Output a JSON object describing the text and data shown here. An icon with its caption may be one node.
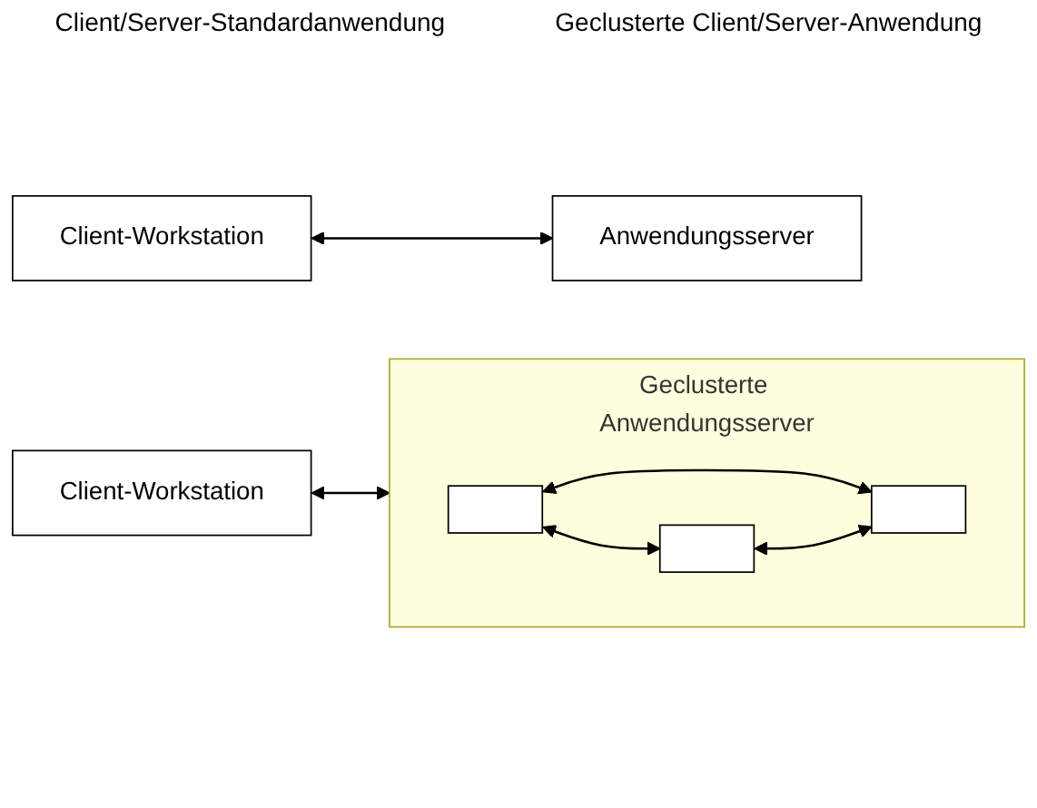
{
  "diagram": {
    "nodes": [
      {
        "text": [
          "Client-Workstation"
        ]
      },
      {
        "text": [
          "Anwendungsserver"
        ]
      },
      {
        "text": [
          "Client-Workstation"
        ]
      },
      {
        "text": [
          "Geclusterte Anwendungsserver"
        ]
      },
      {
        "text": [],
        "shape": "box",
        "in": 3
      },
      {
        "text": [],
        "shape": "box",
        "in": 3
      },
      {
        "text": [],
        "shape": "box",
        "in": 3
      }
    ],
    "edges": [
      {
        "from": 0,
        "to": 1,
        "arrow": "both"
      },
      {
        "from": 2,
        "to": 3,
        "arrow": "both"
      },
      {
        "from": 4,
        "to": 5,
        "arrow": "both"
      },
      {
        "from": 4,
        "to": 6,
        "arrow": "both"
      },
      {
        "from": 5,
        "to": 6,
        "arrow": "both"
      }
    ],
    "labels": [
      "Client/Server-Standardanwendung",
      "Geclusterte Client/Server-Anwendung"
    ]
  }
}
